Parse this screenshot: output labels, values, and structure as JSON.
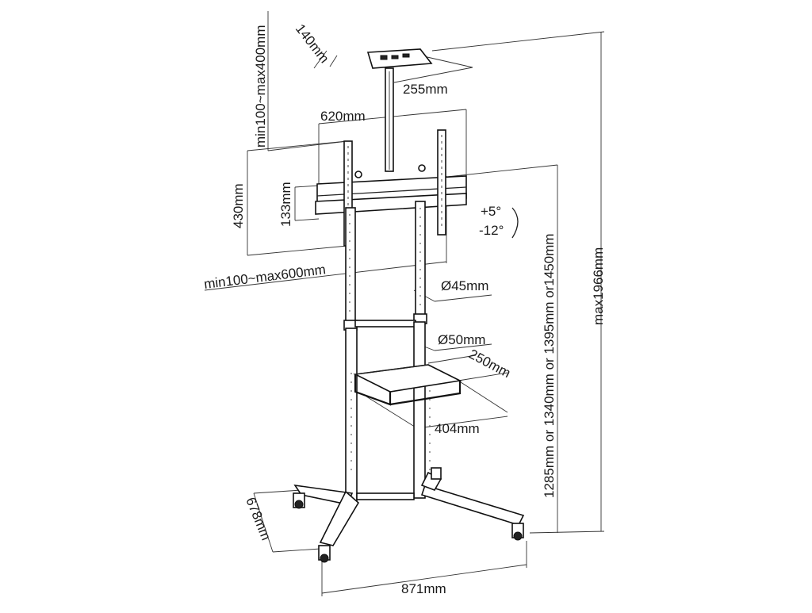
{
  "diagram": {
    "labels": {
      "plate_depth": "140mm",
      "plate_width": "255mm",
      "tray_height_adjust": "min100~max400mm",
      "bracket_width": "620mm",
      "bracket_height": "430mm",
      "rail_height": "133mm",
      "bracket_span": "min100~max600mm",
      "tilt_up": "+5°",
      "tilt_down": "-12°",
      "upper_pole": "Ø45mm",
      "lower_pole": "Ø50mm",
      "shelf_depth": "250mm",
      "shelf_width": "404mm",
      "center_height": "1285mm or 1340mm or 1395mm or1450mm",
      "max_height": "max1966mm",
      "base_depth": "678mm",
      "base_width": "871mm"
    }
  }
}
